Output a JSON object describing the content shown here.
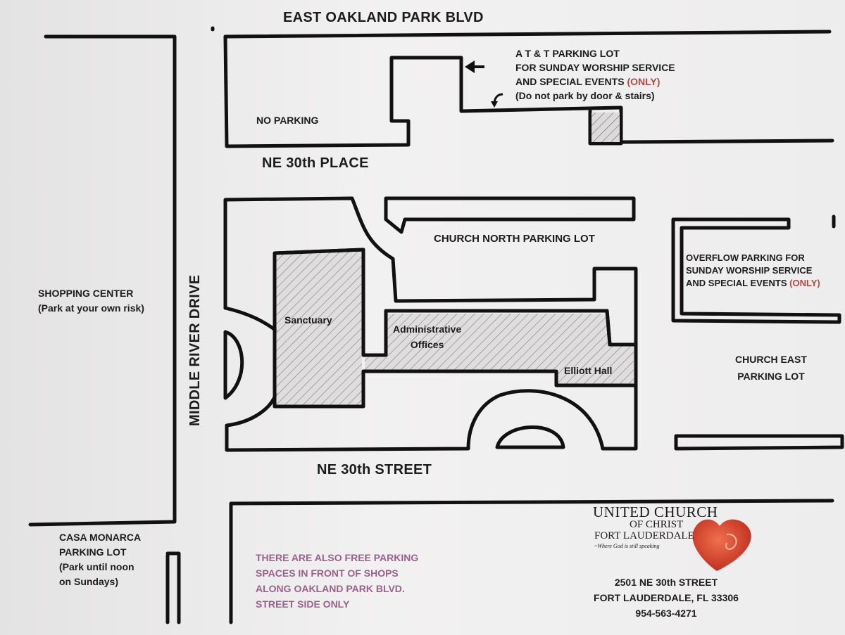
{
  "streets": {
    "oakland": "EAST OAKLAND PARK BLVD",
    "place": "NE 30th PLACE",
    "street": "NE 30th STREET",
    "drive": "MIDDLE RIVER DRIVE"
  },
  "att": {
    "line1": "A T & T PARKING LOT",
    "line2": "FOR SUNDAY WORSHIP SERVICE",
    "line3a": "AND SPECIAL EVENTS ",
    "line3b": "(ONLY)",
    "line4": "(Do not park by door & stairs)"
  },
  "no_parking": "NO PARKING",
  "north_lot": "CHURCH NORTH PARKING LOT",
  "overflow": {
    "line1": "OVERFLOW PARKING FOR",
    "line2": "SUNDAY WORSHIP SERVICE",
    "line3a": "AND SPECIAL EVENTS ",
    "line3b": "(ONLY)"
  },
  "shopping": {
    "line1": "SHOPPING CENTER",
    "line2": "(Park at your own risk)"
  },
  "buildings": {
    "sanctuary": "Sanctuary",
    "admin1": "Administrative",
    "admin2": "Offices",
    "elliott": "Elliott Hall"
  },
  "east_lot": {
    "line1": "CHURCH EAST",
    "line2": "PARKING LOT"
  },
  "casa": {
    "line1": "CASA MONARCA",
    "line2": "PARKING LOT",
    "line3": "(Park until noon",
    "line4": "on Sundays)"
  },
  "free_parking": {
    "line1": "THERE ARE ALSO FREE PARKING",
    "line2": "SPACES IN FRONT OF SHOPS",
    "line3": "ALONG OAKLAND PARK BLVD.",
    "line4": "STREET SIDE ONLY"
  },
  "logo": {
    "line1": "UNITED CHURCH",
    "line2": "OF CHRIST",
    "line3": "FORT LAUDERDALE",
    "tagline": "~Where God is still speaking"
  },
  "address": {
    "line1": "2501 NE 30th STREET",
    "line2": "FORT LAUDERDALE, FL  33306",
    "phone": "954-563-4271"
  },
  "colors": {
    "ink": "#111111",
    "heart": "#d9442e",
    "accent_purple": "#9b5f8c",
    "accent_red": "#b5483f"
  },
  "icons": [
    "arrow-left-icon",
    "curved-arrow-icon",
    "heart-logo-icon"
  ]
}
